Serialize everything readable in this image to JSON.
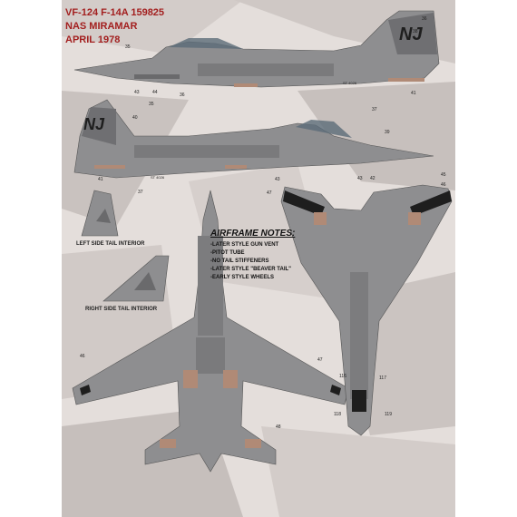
{
  "header": {
    "line1": "VF-124 F-14A 159825",
    "line2": "NAS MIRAMAR",
    "line3": "APRIL 1978"
  },
  "tail_views": {
    "left_label": "LEFT SIDE TAIL INTERIOR",
    "right_label": "RIGHT SIDE TAIL INTERIOR"
  },
  "notes": {
    "title": "AIRFRAME NOTES:",
    "items": [
      "-LATER STYLE GUN VENT",
      "-PITOT TUBE",
      "-NO TAIL STIFFENERS",
      "-LATER STYLE \"BEAVER TAIL\"",
      "-EARLY STYLE WHEELS"
    ]
  },
  "tail_code": "NJ",
  "serial_small": "ST 4026",
  "callouts": {
    "c35a": "35",
    "c36": "36",
    "c38": "38",
    "c43a": "43",
    "c44": "44",
    "c36b": "36",
    "c41a": "41",
    "c37a": "37",
    "c35b": "35",
    "c40": "40",
    "c41b": "41",
    "c37b": "37",
    "c39": "39",
    "c43b": "43",
    "c42": "42",
    "c43c": "43",
    "c47a": "47",
    "c45": "45",
    "c46a": "46",
    "c46b": "46",
    "c48": "48",
    "c47b": "47",
    "c116": "116",
    "c117": "117",
    "c118": "118",
    "c119": "119"
  },
  "colors": {
    "accent_red": "#a31f1f",
    "aircraft_gray": "#8d8d8f",
    "camo_light": "#e2dcd9",
    "camo_dark": "#bdb6b3"
  }
}
